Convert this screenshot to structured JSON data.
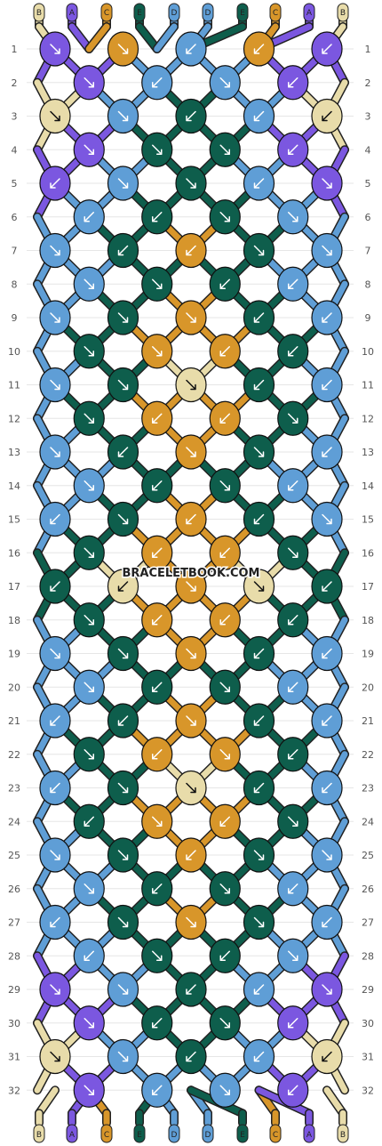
{
  "watermark": "BRACELETBOOK.COM",
  "strings_top": [
    "B",
    "A",
    "C",
    "E",
    "D",
    "D",
    "E",
    "C",
    "A",
    "B"
  ],
  "strings_bottom": [
    "B",
    "A",
    "C",
    "E",
    "D",
    "D",
    "E",
    "C",
    "A",
    "B"
  ],
  "rows": [
    "1",
    "2",
    "3",
    "4",
    "5",
    "6",
    "7",
    "8",
    "9",
    "10",
    "11",
    "12",
    "13",
    "14",
    "15",
    "16",
    "17",
    "18",
    "19",
    "20",
    "21",
    "22",
    "23",
    "24",
    "25",
    "26",
    "27",
    "28",
    "29",
    "30",
    "31",
    "32"
  ],
  "colors": {
    "A": "#7b57e0",
    "B": "#e8dcaa",
    "C": "#d8962a",
    "D": "#5f9ed6",
    "E": "#0e5e4c"
  },
  "knot_rows": [
    [
      "A",
      "C",
      "D",
      "C",
      "A"
    ],
    [
      "A",
      "D",
      "D",
      "A"
    ],
    [
      "B",
      "D",
      "E",
      "D",
      "B"
    ],
    [
      "A",
      "E",
      "E",
      "A"
    ],
    [
      "A",
      "D",
      "E",
      "D",
      "A"
    ],
    [
      "D",
      "E",
      "E",
      "D"
    ],
    [
      "D",
      "E",
      "C",
      "E",
      "D"
    ],
    [
      "D",
      "E",
      "E",
      "D"
    ],
    [
      "D",
      "E",
      "C",
      "E",
      "D"
    ],
    [
      "E",
      "C",
      "C",
      "E"
    ],
    [
      "D",
      "E",
      "B",
      "E",
      "D"
    ],
    [
      "E",
      "C",
      "C",
      "E"
    ],
    [
      "D",
      "E",
      "C",
      "E",
      "D"
    ],
    [
      "D",
      "E",
      "E",
      "D"
    ],
    [
      "D",
      "E",
      "C",
      "E",
      "D"
    ],
    [
      "E",
      "C",
      "C",
      "E"
    ],
    [
      "E",
      "B",
      "C",
      "B",
      "E"
    ],
    [
      "E",
      "C",
      "C",
      "E"
    ],
    [
      "D",
      "E",
      "C",
      "E",
      "D"
    ],
    [
      "D",
      "E",
      "E",
      "D"
    ],
    [
      "D",
      "E",
      "C",
      "E",
      "D"
    ],
    [
      "E",
      "C",
      "C",
      "E"
    ],
    [
      "D",
      "E",
      "B",
      "E",
      "D"
    ],
    [
      "E",
      "C",
      "C",
      "E"
    ],
    [
      "D",
      "E",
      "C",
      "E",
      "D"
    ],
    [
      "D",
      "E",
      "E",
      "D"
    ],
    [
      "D",
      "E",
      "C",
      "E",
      "D"
    ],
    [
      "D",
      "E",
      "E",
      "D"
    ],
    [
      "A",
      "D",
      "E",
      "D",
      "A"
    ],
    [
      "A",
      "E",
      "E",
      "A"
    ],
    [
      "B",
      "D",
      "E",
      "D",
      "B"
    ],
    [
      "A",
      "D",
      "D",
      "A"
    ]
  ],
  "knot_dirs": [
    [
      "se",
      "se",
      "sw",
      "sw",
      "sw"
    ],
    [
      "se",
      "sw",
      "se",
      "sw"
    ],
    [
      "se",
      "se",
      "sw",
      "sw",
      "sw"
    ],
    [
      "se",
      "se",
      "se",
      "sw"
    ],
    [
      "sw",
      "se",
      "se",
      "sw",
      "se"
    ],
    [
      "sw",
      "sw",
      "se",
      "se"
    ],
    [
      "se",
      "sw",
      "sw",
      "se",
      "se"
    ],
    [
      "se",
      "se",
      "sw",
      "sw"
    ],
    [
      "se",
      "se",
      "se",
      "sw",
      "sw"
    ],
    [
      "se",
      "se",
      "sw",
      "sw"
    ],
    [
      "se",
      "se",
      "se",
      "sw",
      "sw"
    ],
    [
      "se",
      "sw",
      "sw",
      "se"
    ],
    [
      "se",
      "sw",
      "se",
      "se",
      "sw"
    ],
    [
      "se",
      "sw",
      "se",
      "sw"
    ],
    [
      "sw",
      "se",
      "sw",
      "sw",
      "se"
    ],
    [
      "se",
      "sw",
      "sw",
      "se"
    ],
    [
      "sw",
      "sw",
      "se",
      "se",
      "sw"
    ],
    [
      "se",
      "sw",
      "sw",
      "sw"
    ],
    [
      "se",
      "se",
      "se",
      "sw",
      "sw"
    ],
    [
      "se",
      "sw",
      "se",
      "sw"
    ],
    [
      "sw",
      "sw",
      "se",
      "sw",
      "sw"
    ],
    [
      "se",
      "sw",
      "se",
      "sw"
    ],
    [
      "sw",
      "se",
      "se",
      "sw",
      "sw"
    ],
    [
      "sw",
      "se",
      "sw",
      "se"
    ],
    [
      "se",
      "se",
      "sw",
      "se",
      "se"
    ],
    [
      "se",
      "sw",
      "se",
      "sw"
    ],
    [
      "sw",
      "se",
      "se",
      "se",
      "sw"
    ],
    [
      "sw",
      "se",
      "sw",
      "se"
    ],
    [
      "se",
      "se",
      "sw",
      "sw",
      "se"
    ],
    [
      "se",
      "sw",
      "se",
      "sw"
    ],
    [
      "se",
      "se",
      "sw",
      "sw",
      "sw"
    ],
    [
      "se",
      "sw",
      "se",
      "sw"
    ]
  ]
}
